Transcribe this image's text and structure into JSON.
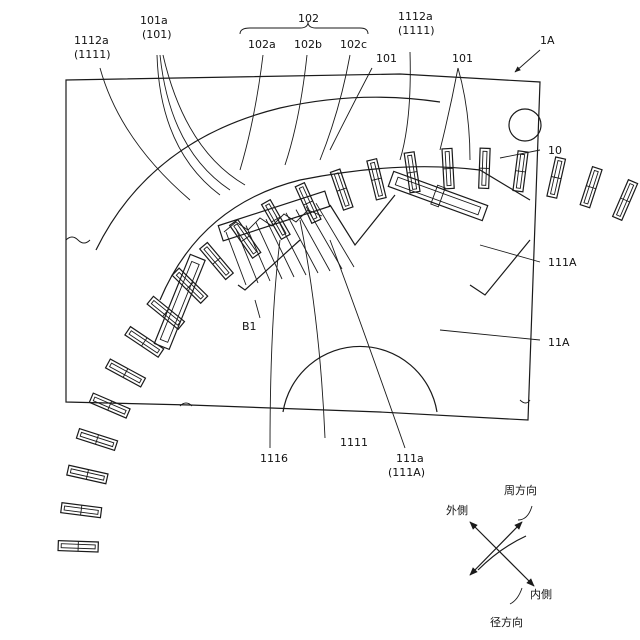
{
  "labels": {
    "l1112a_left": "1112a",
    "l1111_left": "(1111)",
    "l101a": "101a",
    "l101_paren": "(101)",
    "l102": "102",
    "l102a": "102a",
    "l102b": "102b",
    "l102c": "102c",
    "l101_mid": "101",
    "l1112a_right": "1112a",
    "l1111_right": "(1111)",
    "l101_right": "101",
    "l1A": "1A",
    "l10": "10",
    "l111A": "111A",
    "l11A": "11A",
    "lB1": "B1",
    "l1116": "1116",
    "l1111": "1111",
    "l111a": "111a",
    "l111A_paren": "(111A)"
  },
  "direction_key": {
    "circumferential": "周方向",
    "outer": "外側",
    "inner": "内側",
    "radial": "径方向"
  },
  "colors": {
    "line": "#1a1a1a",
    "background": "#ffffff"
  }
}
